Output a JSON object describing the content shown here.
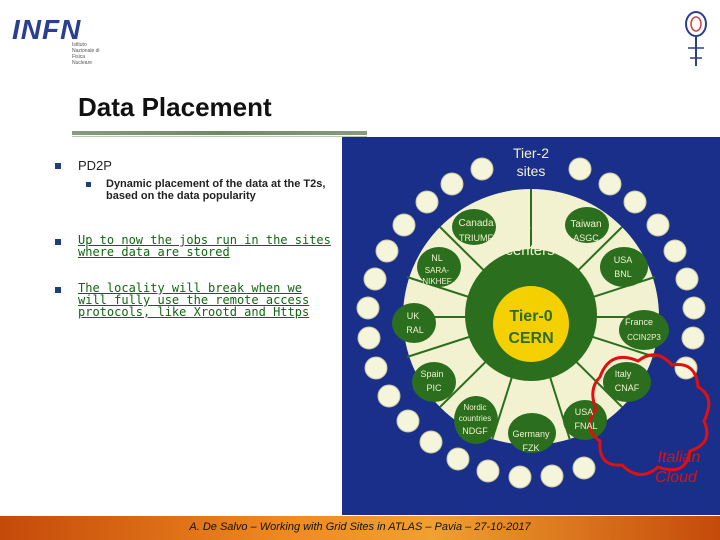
{
  "logo": {
    "mark": "INFN",
    "sub": "Istituto Nazionale di Fisica Nucleare"
  },
  "title": "Data Placement",
  "bullets": [
    {
      "text": "PD2P",
      "sub": "Dynamic placement of the data at the T2s, based on the data popularity"
    },
    {
      "text": "Up to now the jobs run in the sites where data are stored"
    },
    {
      "text": "The locality will break when we will fully use the remote access protocols, like Xrootd and Https"
    }
  ],
  "diagram": {
    "tier2": "Tier-2 sites",
    "tier1": "Tier-1 centers",
    "tier0_line1": "Tier-0",
    "tier0_line2": "CERN",
    "cloud_label_line1": "Italian",
    "cloud_label_line2": "Cloud",
    "sites": {
      "canada": [
        "Canada",
        "TRIUMF"
      ],
      "taiwan": [
        "Taiwan",
        "ASGC"
      ],
      "nl": [
        "NL",
        "SARA-",
        "NIKHEF"
      ],
      "usa_bnl": [
        "USA",
        "BNL"
      ],
      "uk": [
        "UK",
        "RAL"
      ],
      "france": [
        "France",
        "CCIN2P3"
      ],
      "spain": [
        "Spain",
        "PIC"
      ],
      "italy": [
        "Italy",
        "CNAF"
      ],
      "nordic": [
        "Nordic",
        "countries",
        "NDGF"
      ],
      "germany": [
        "Germany",
        "FZK"
      ],
      "usa_fnal": [
        "USA",
        "FNAL"
      ]
    },
    "colors": {
      "outer": "#1a2f8a",
      "ring": "#f2f2d0",
      "center": "#2a6e1e",
      "tier0": "#f5d000",
      "cloud": "#e01010"
    }
  },
  "footer": "A. De Salvo – Working with Grid Sites in ATLAS – Pavia – 27-10-2017"
}
